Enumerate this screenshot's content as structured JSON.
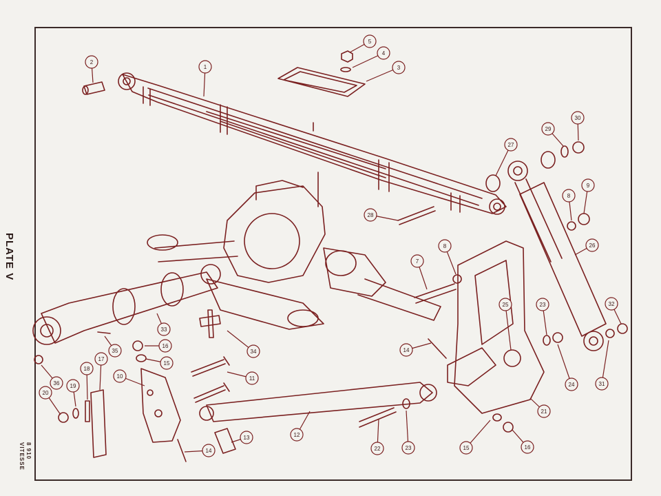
{
  "plate_title": "PLATE V",
  "drawing_ref": "8 910",
  "model": "VITESSE",
  "callouts": [
    "1",
    "2",
    "3",
    "4",
    "5",
    "27",
    "29",
    "30",
    "28",
    "8",
    "9",
    "26",
    "7",
    "8",
    "25",
    "23",
    "32",
    "14",
    "24",
    "31",
    "21",
    "33",
    "34",
    "35",
    "16",
    "15",
    "36",
    "17",
    "18",
    "19",
    "20",
    "10",
    "11",
    "12",
    "22",
    "23",
    "15",
    "16",
    "13",
    "14"
  ],
  "colors": {
    "ink": "#7a2020",
    "paper": "#f3f2ee",
    "border": "#3a2a28"
  }
}
